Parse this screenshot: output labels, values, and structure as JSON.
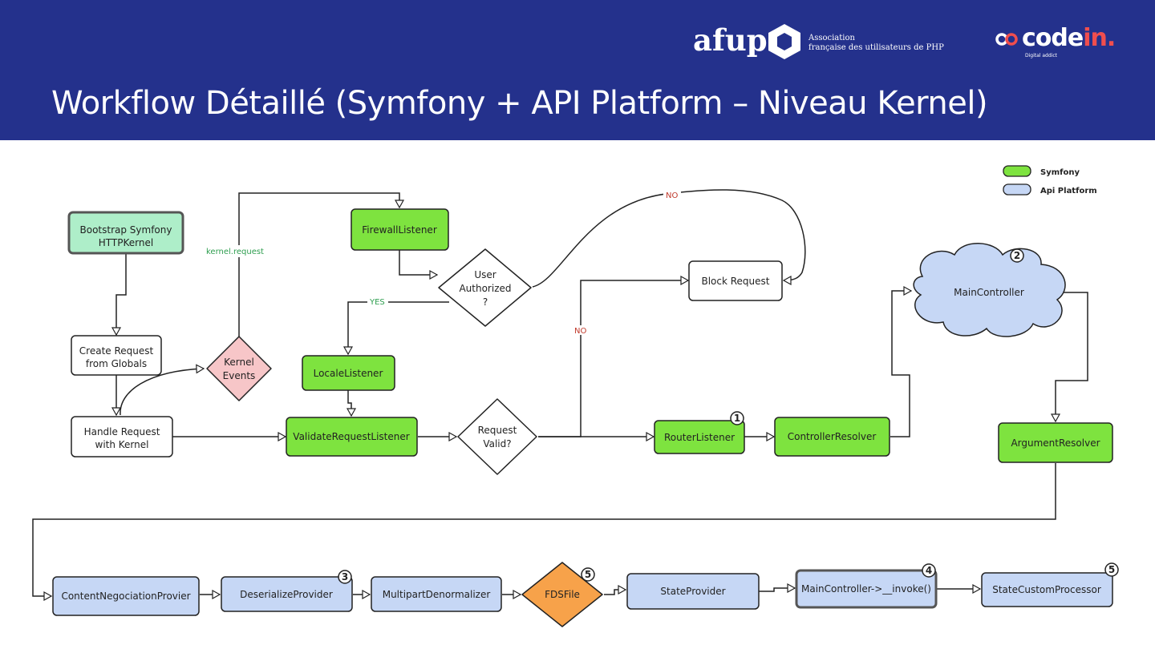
{
  "header": {
    "title": "Workflow Détaillé (Symfony + API Platform – Niveau Kernel)",
    "afup_logo": {
      "word": "afup",
      "subtitle_line1": "Association",
      "subtitle_line2": "française des utilisateurs de PHP"
    },
    "codein_logo": {
      "word_main": "code",
      "word_accent": "in.",
      "tagline": "Digital addict"
    }
  },
  "legend": {
    "items": [
      {
        "label": "Symfony",
        "color": "#7ee33f"
      },
      {
        "label": "Api Platform",
        "color": "#c6d7f5"
      }
    ]
  },
  "colors": {
    "header_bg": "#24318c",
    "symfony_green": "#7ee33f",
    "bootstrap_green": "#aeeec9",
    "api_blue": "#c6d7f5",
    "kernel_pink": "#f7c6c8",
    "fds_orange": "#f7a24a",
    "yes_green": "#2e9e4f",
    "no_red": "#c0392b"
  },
  "nodes": {
    "bootstrap": {
      "line1": "Bootstrap Symfony",
      "line2": "HTTPKernel"
    },
    "create_request": {
      "line1": "Create Request",
      "line2": "from Globals"
    },
    "handle_request": {
      "line1": "Handle Request",
      "line2": "with Kernel"
    },
    "kernel_events": {
      "line1": "Kernel",
      "line2": "Events"
    },
    "firewall_listener": {
      "label": "FirewallListener"
    },
    "user_authorized": {
      "line1": "User",
      "line2": "Authorized",
      "line3": "?"
    },
    "locale_listener": {
      "label": "LocaleListener"
    },
    "validate_request_listener": {
      "label": "ValidateRequestListener"
    },
    "request_valid": {
      "line1": "Request",
      "line2": "Valid?"
    },
    "block_request": {
      "label": "Block Request"
    },
    "router_listener": {
      "label": "RouterListener",
      "badge": "1"
    },
    "controller_resolver": {
      "label": "ControllerResolver"
    },
    "main_controller": {
      "label": "MainController",
      "badge": "2"
    },
    "argument_resolver": {
      "label": "ArgumentResolver"
    },
    "content_negociation_provider": {
      "label": "ContentNegociationProvier"
    },
    "deserialize_provider": {
      "label": "DeserializeProvider",
      "badge": "3"
    },
    "multipart_denormalizer": {
      "label": "MultipartDenormalizer"
    },
    "fds_file": {
      "label": "FDSFile",
      "badge": "5"
    },
    "state_provider": {
      "label": "StateProvider"
    },
    "main_controller_invoke": {
      "label": "MainController->__invoke()",
      "badge": "4"
    },
    "state_custom_processor": {
      "label": "StateCustomProcessor",
      "badge": "5"
    }
  },
  "edge_labels": {
    "kernel_request": "kernel.request",
    "yes": "YES",
    "no_top": "NO",
    "no_mid": "NO"
  }
}
